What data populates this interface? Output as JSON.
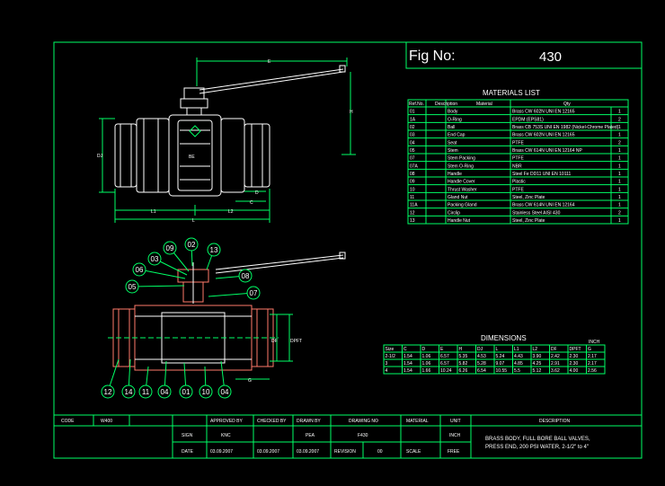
{
  "fig": {
    "label": "Fig No:",
    "number": "430"
  },
  "materials": {
    "title": "MATERIALS LIST",
    "headers": [
      "Ref.No.",
      "Description",
      "Material",
      "Qty"
    ],
    "rows": [
      [
        "01",
        "Body",
        "Brass CW 602N UNI EN 12165",
        "1"
      ],
      [
        "1A",
        "O-Ring",
        "EPDM (EPS81)",
        "2"
      ],
      [
        "02",
        "Ball",
        "Brass CB 753S UNI EN 1982 (Nickel-Chrome Plated)",
        "1"
      ],
      [
        "03",
        "End Cap",
        "Brass CW 602N UNI EN 12165",
        "1"
      ],
      [
        "04",
        "Seat",
        "PTFE",
        "2"
      ],
      [
        "05",
        "Stem",
        "Brass CW 614N UNI EN 12164 NP",
        "1"
      ],
      [
        "07",
        "Stem Packing",
        "PTFE",
        "1"
      ],
      [
        "07A",
        "Stem O-Ring",
        "NBR",
        "1"
      ],
      [
        "08",
        "Handle",
        "Steel Fe DD11 UNI EN 10111",
        "1"
      ],
      [
        "09",
        "Handle Cover",
        "Plastic",
        "1"
      ],
      [
        "10",
        "Thrust Washer",
        "PTFE",
        "1"
      ],
      [
        "11",
        "Gland Nut",
        "Steel, Zinc Plate",
        "1"
      ],
      [
        "11A",
        "Packing Gland",
        "Brass CW 614N UNI EN 12164",
        "1"
      ],
      [
        "12",
        "Circlip",
        "Stainless Steel AISI 430",
        "2"
      ],
      [
        "13",
        "Handle Nut",
        "Steel, Zinc Plate",
        "1"
      ]
    ]
  },
  "dimensions": {
    "title": "DIMENSIONS",
    "unit": "INCH",
    "headers": [
      "Size",
      "C",
      "D",
      "E",
      "H",
      "DJ",
      "L",
      "L1",
      "L2",
      "DF",
      "DPFT",
      "G"
    ],
    "rows": [
      [
        "2-1/2",
        "1.54",
        "1.06",
        "6.57",
        "5.35",
        "4.53",
        "5.24",
        "4.43",
        "3.90",
        "2.42",
        "2.30",
        "2.17"
      ],
      [
        "3",
        "1.54",
        "1.06",
        "6.57",
        "5.82",
        "5.28",
        "9.07",
        "4.85",
        "4.25",
        "2.91",
        "2.30",
        "2.17"
      ],
      [
        "4",
        "1.54",
        "1.66",
        "10.24",
        "6.26",
        "6.54",
        "10.55",
        "5.5",
        "5.12",
        "3.62",
        "4.00",
        "2.56"
      ]
    ]
  },
  "drawing_labels": {
    "E": "E",
    "H": "H",
    "DJ": "DJ",
    "D": "D",
    "C": "C",
    "L1": "L1",
    "L2": "L2",
    "L": "L",
    "DF": "DF",
    "DPFT": "DPFT",
    "G": "G",
    "logo": "BE"
  },
  "balloons": [
    "12",
    "14",
    "11",
    "04",
    "01",
    "10",
    "04",
    "05",
    "06",
    "03",
    "09",
    "02",
    "13",
    "08",
    "07"
  ],
  "title_block": {
    "code_label": "CODE",
    "code_value": "W400",
    "approved_by": "APPROVED BY",
    "checked_by": "CHECKED BY",
    "drawn_by": "DRAWN BY",
    "drawing_no": "DRAWING NO",
    "material": "MATERIAL",
    "unit": "UNIT",
    "description": "DESCRIPTION",
    "sign_label": "SIGN",
    "approved_sign": "KNC",
    "drawn_sign": "PEA",
    "drawing_no_value": "F430",
    "date_label": "DATE",
    "date_approved": "03.09.2007",
    "date_checked": "03.09.2007",
    "date_drawn": "03.09.2007",
    "revision_label": "REVISION",
    "revision_value": "00",
    "scale_label": "SCALE",
    "scale_value": "FREE",
    "unit_value": "INCH",
    "description_text": [
      "BRASS BODY, FULL BORE BALL VALVES,",
      "PRESS END, 200 PSI WATER, 2-1/2\" to 4\""
    ]
  },
  "colors": {
    "background": "#000000",
    "line": "#00ff66",
    "text": "#ffffff",
    "section": "#ff7a6a"
  }
}
